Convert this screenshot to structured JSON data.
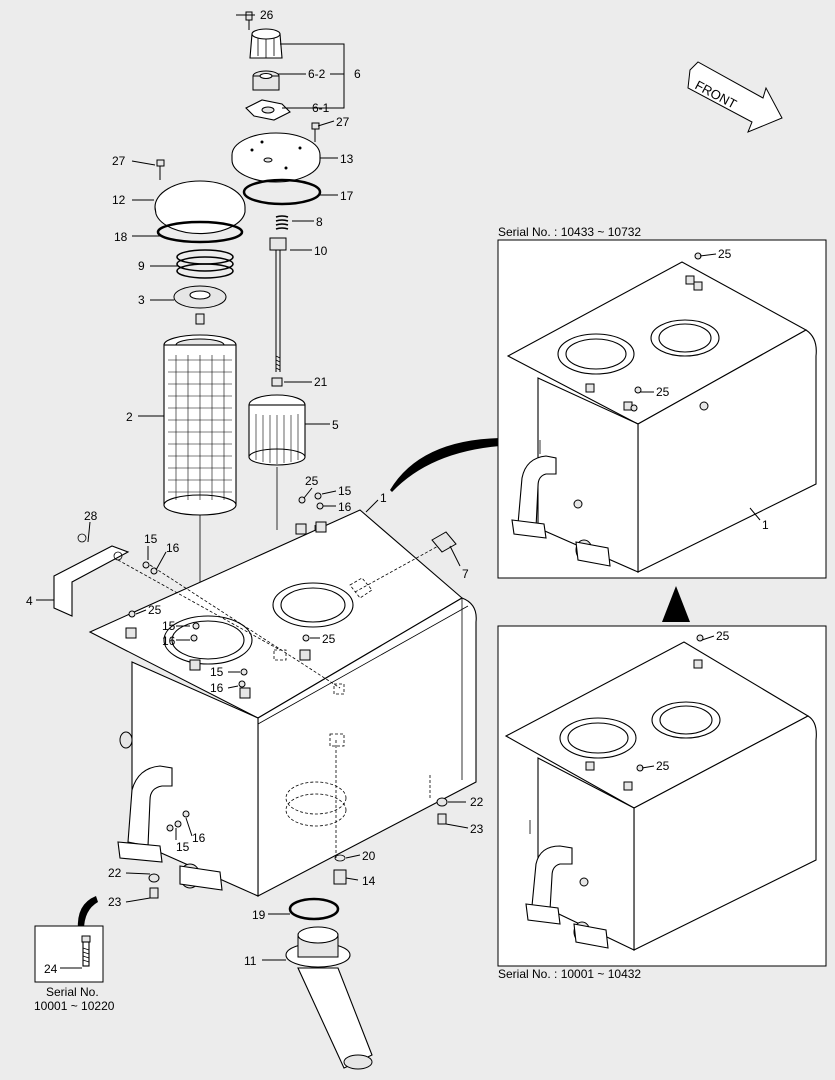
{
  "front_label": "FRONT",
  "top_inset_caption": "Serial No. : 10433 ~ 10732",
  "bottom_inset_caption": "Serial No. : 10001 ~ 10432",
  "small_inset_caption_1": "Serial No.",
  "small_inset_caption_2": "10001 ~ 10220",
  "callouts": {
    "c26": "26",
    "c6_2": "6-2",
    "c6": "6",
    "c6_1": "6-1",
    "c27a": "27",
    "c27b": "27",
    "c13": "13",
    "c12": "12",
    "c17": "17",
    "c8": "8",
    "c18": "18",
    "c10": "10",
    "c9": "9",
    "c3": "3",
    "c21": "21",
    "c2": "2",
    "c5": "5",
    "c25a": "25",
    "c15a": "15",
    "c16a": "16",
    "c1": "1",
    "c28": "28",
    "c15b": "15",
    "c16b": "16",
    "c7": "7",
    "c4": "4",
    "c25b": "25",
    "c15c": "15",
    "c16c": "16",
    "c25c": "25",
    "c15d": "15",
    "c16d": "16",
    "c22a": "22",
    "c23a": "23",
    "c16e": "16",
    "c15e": "15",
    "c20": "20",
    "c22b": "22",
    "c14": "14",
    "c23b": "23",
    "c19": "19",
    "c24": "24",
    "c11": "11",
    "t25a": "25",
    "t25b": "25",
    "t1": "1",
    "b25a": "25",
    "b25b": "25"
  }
}
